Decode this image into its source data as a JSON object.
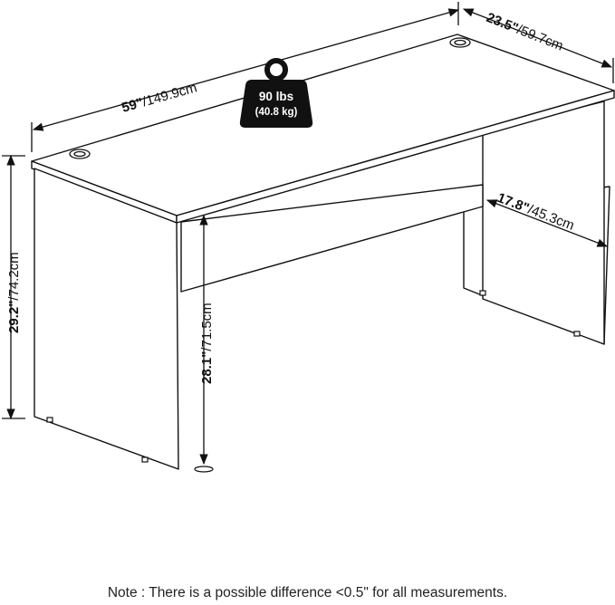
{
  "dimensions": {
    "width": {
      "value_in": "59\"",
      "value_cm": "/149.9cm"
    },
    "depth": {
      "value_in": "23.5\"",
      "value_cm": "/59.7cm"
    },
    "height": {
      "value_in": "29.2\"",
      "value_cm": "/74.2cm"
    },
    "clearance": {
      "value_in": "28.1\"",
      "value_cm": "/71.5cm"
    },
    "leg_depth": {
      "value_in": "17.8\"",
      "value_cm": "/45.3cm"
    }
  },
  "weight": {
    "primary": "90 lbs",
    "secondary": "(40.8 kg)",
    "icon": "weight-icon"
  },
  "note": "Note : There is a possible difference <0.5\" for all measurements.",
  "colors": {
    "line": "#111111",
    "weight_fill": "#111111"
  }
}
